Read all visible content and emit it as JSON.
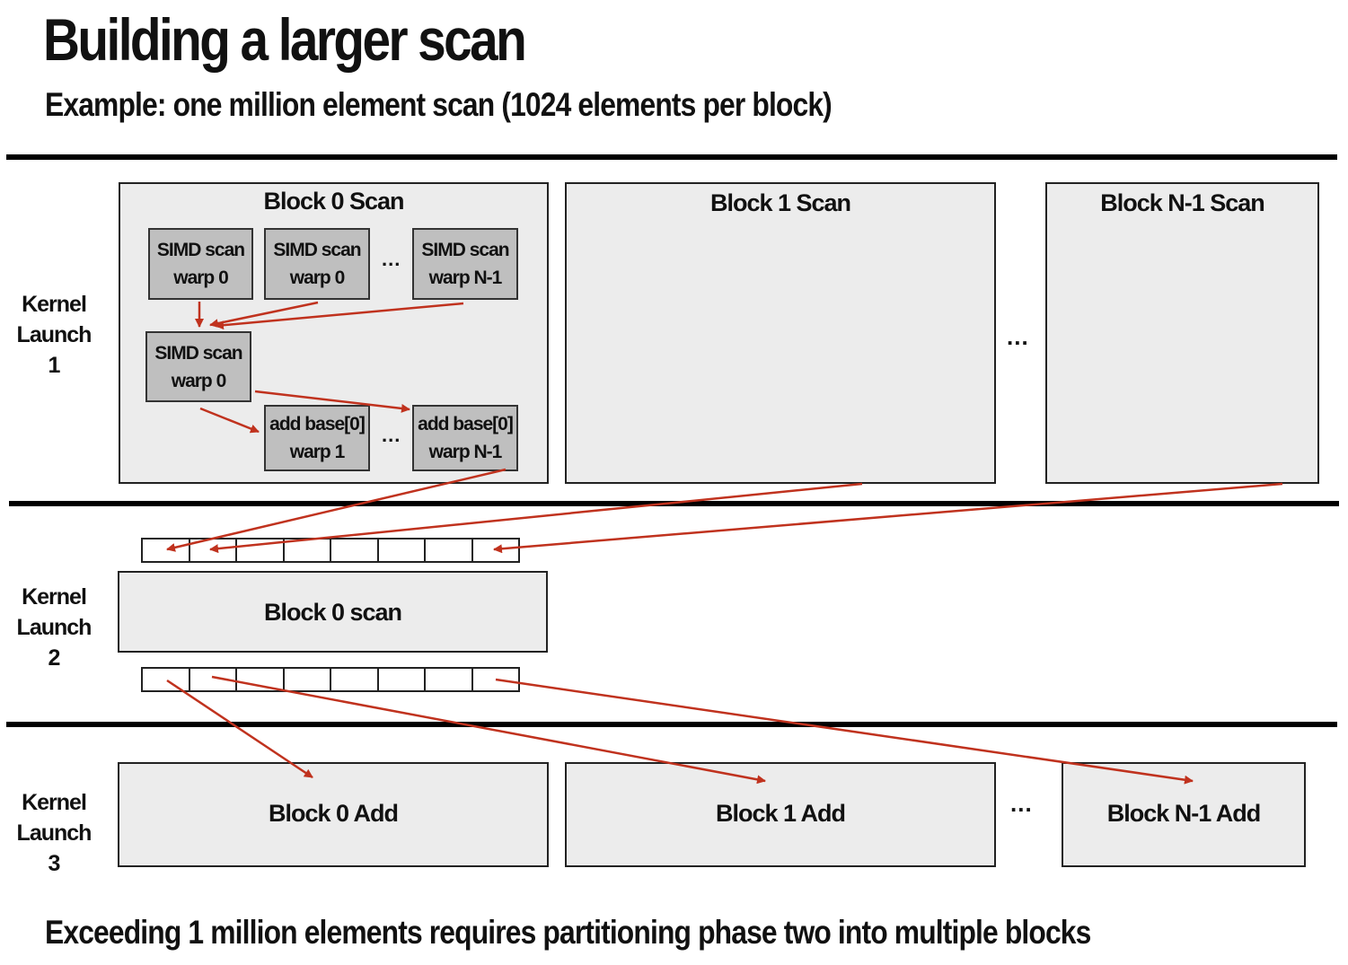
{
  "title": "Building a larger scan",
  "subtitle": "Example: one million element scan (1024 elements per block)",
  "footer": "Exceeding 1 million elements requires partitioning phase two into multiple blocks",
  "kernels": {
    "k1_line1": "Kernel",
    "k1_line2": "Launch 1",
    "k2_line1": "Kernel",
    "k2_line2": "Launch 2",
    "k3_line1": "Kernel",
    "k3_line2": "Launch 3"
  },
  "launch1": {
    "block0_title": "Block 0 Scan",
    "block1_title": "Block 1 Scan",
    "blockN_title": "Block N-1 Scan",
    "ellipsis": "...",
    "warps": {
      "w0_l1": "SIMD scan",
      "w0_l2": "warp 0",
      "w1_l1": "SIMD scan",
      "w1_l2": "warp 0",
      "wN_l1": "SIMD scan",
      "wN_l2": "warp N-1",
      "mid_l1": "SIMD scan",
      "mid_l2": "warp 0",
      "add1_l1": "add base[0]",
      "add1_l2": "warp 1",
      "addN_l1": "add base[0]",
      "addN_l2": "warp N-1"
    }
  },
  "launch2": {
    "block_title": "Block 0 scan",
    "array_cells": 8
  },
  "launch3": {
    "block0_title": "Block 0 Add",
    "block1_title": "Block 1 Add",
    "blockN_title": "Block N-1 Add",
    "ellipsis": "..."
  },
  "colors": {
    "arrow": "#c0321e",
    "block_fill": "#ececec",
    "warp_fill": "#bfbfbf"
  }
}
